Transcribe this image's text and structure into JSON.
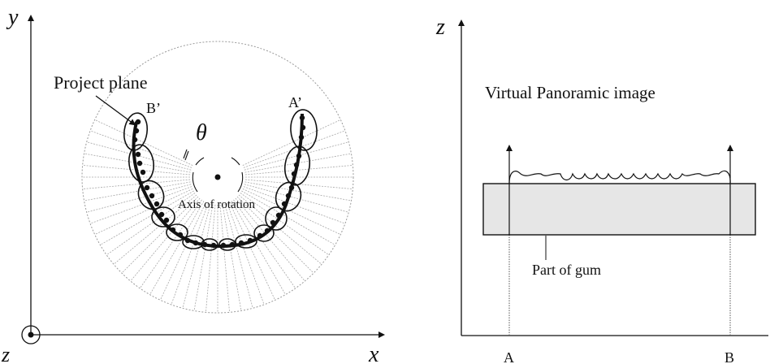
{
  "left_panel": {
    "axis_y": "y",
    "axis_x": "x",
    "axis_z": "z",
    "project_plane_label": "Project plane",
    "b_prime_label": "B’",
    "a_prime_label": "A’",
    "theta_label": "θ",
    "axis_of_rotation_label": "Axis of rotation"
  },
  "right_panel": {
    "axis_z": "z",
    "title": "Virtual Panoramic image",
    "gum_label": "Part of gum",
    "a_label": "A",
    "b_label": "B"
  }
}
